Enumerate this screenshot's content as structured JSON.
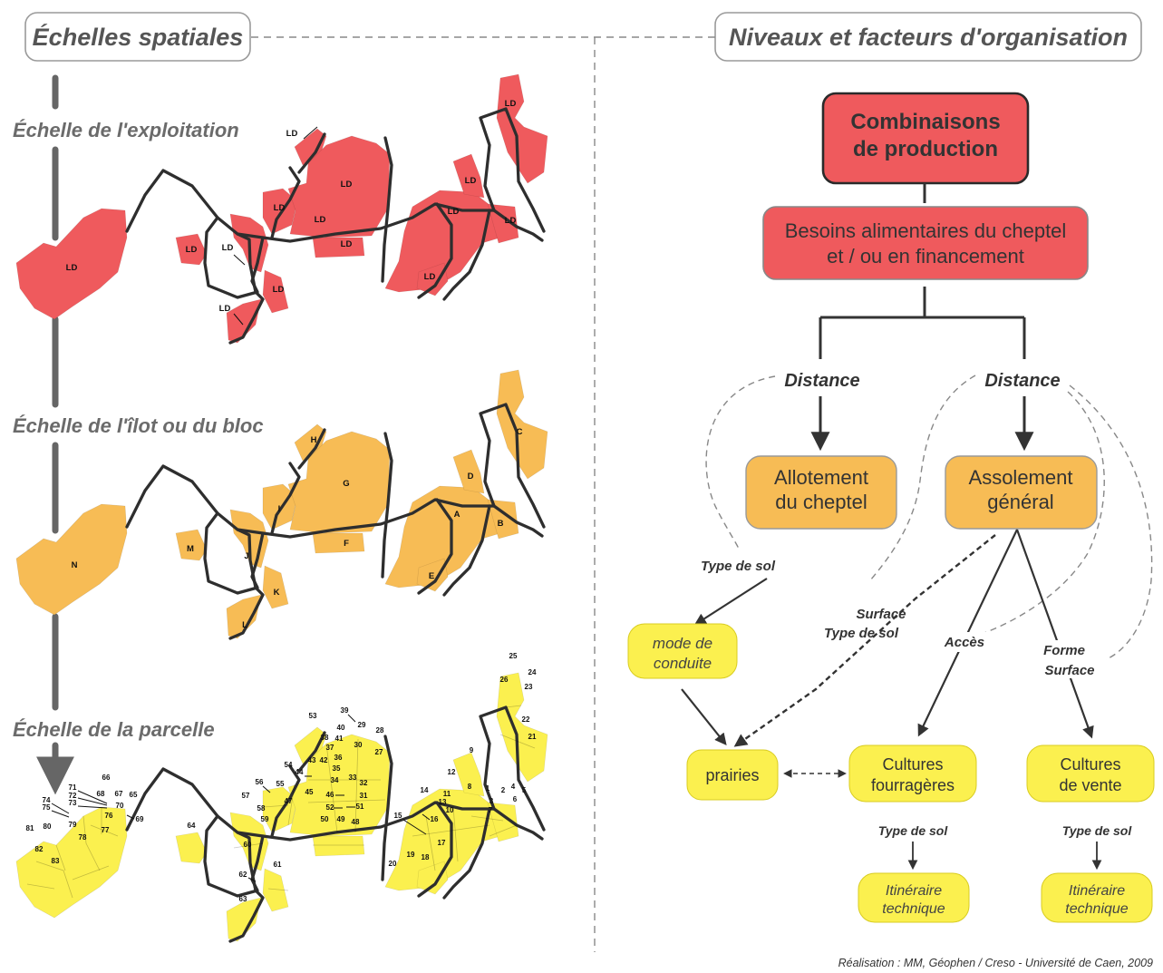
{
  "headers": {
    "left": "Échelles spatiales",
    "right": "Niveaux et facteurs d'organisation"
  },
  "scales": [
    "Échelle de l'exploitation",
    "Échelle de l'îlot ou du bloc",
    "Échelle de la parcelle"
  ],
  "map1_labels": [
    "LD",
    "LD",
    "LD",
    "LD",
    "LD",
    "LD",
    "LD",
    "LD",
    "LD",
    "LD",
    "LD",
    "LD",
    "LD",
    "LD",
    "LD",
    "LD"
  ],
  "map2_labels": [
    "A",
    "B",
    "C",
    "D",
    "E",
    "F",
    "G",
    "H",
    "I",
    "J",
    "K",
    "L",
    "M",
    "N"
  ],
  "map3_labels": [
    "1",
    "2",
    "3",
    "4",
    "5",
    "6",
    "7",
    "8",
    "9",
    "10",
    "11",
    "12",
    "13",
    "14",
    "15",
    "16",
    "17",
    "18",
    "19",
    "20",
    "21",
    "22",
    "23",
    "24",
    "25",
    "26",
    "27",
    "28",
    "29",
    "30",
    "31",
    "32",
    "33",
    "34",
    "35",
    "36",
    "37",
    "38",
    "39",
    "40",
    "41",
    "42",
    "43",
    "44",
    "45",
    "46",
    "47",
    "48",
    "49",
    "50",
    "51",
    "52",
    "53",
    "54",
    "55",
    "56",
    "57",
    "58",
    "59",
    "60",
    "61",
    "62",
    "63",
    "64",
    "65",
    "66",
    "67",
    "68",
    "69",
    "70",
    "71",
    "72",
    "73",
    "74",
    "75",
    "76",
    "77",
    "78",
    "79",
    "80",
    "81",
    "82",
    "83"
  ],
  "diagram": {
    "top": [
      "Combinaisons",
      "de production"
    ],
    "needs": [
      "Besoins alimentaires du cheptel",
      "et / ou en financement"
    ],
    "distance_left": "Distance",
    "distance_right": "Distance",
    "allotement": [
      "Allotement",
      "du cheptel"
    ],
    "assolement": [
      "Assolement",
      "général"
    ],
    "type_sol_left": "Type de sol",
    "surface": "Surface",
    "type_sol_mid": "Type de sol",
    "acces": "Accès",
    "forme": "Forme",
    "surface2": "Surface",
    "mode": [
      "mode de",
      "conduite"
    ],
    "prairies": "prairies",
    "fourrageres": [
      "Cultures",
      "fourragères"
    ],
    "vente": [
      "Cultures",
      "de vente"
    ],
    "type_sol_b1": "Type de sol",
    "type_sol_b2": "Type de sol",
    "itin1": [
      "Itinéraire",
      "technique"
    ],
    "itin2": [
      "Itinéraire",
      "technique"
    ]
  },
  "credit": "Réalisation : MM, Géophen / Creso - Université de Caen, 2009",
  "colors": {
    "red": "#ef5a5d",
    "orange": "#f7bc55",
    "yellow": "#fbf04f",
    "road": "#2e2e2e"
  }
}
